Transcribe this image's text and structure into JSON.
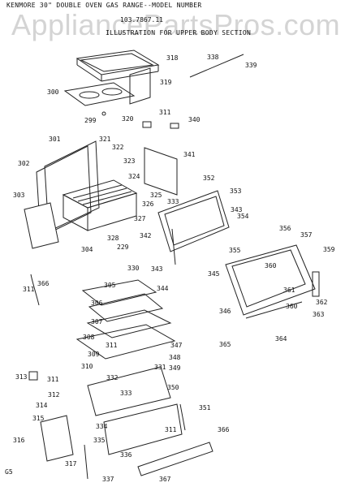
{
  "header": {
    "title": "KENMORE 30\" DOUBLE OVEN GAS RANGE--MODEL NUMBER",
    "model": "103.7867.11",
    "subtitle": "ILLUSTRATION FOR UPPER BODY SECTION"
  },
  "watermark": "AppliancePartsPros.com",
  "footer_code": "G5",
  "callouts": [
    "318",
    "338",
    "339",
    "319",
    "300",
    "311",
    "320",
    "340",
    "299",
    "301",
    "321",
    "322",
    "323",
    "341",
    "302",
    "324",
    "352",
    "353",
    "303",
    "325",
    "326",
    "333",
    "343",
    "327",
    "354",
    "328",
    "342",
    "229",
    "355",
    "304",
    "356",
    "357",
    "343",
    "359",
    "345",
    "360",
    "330",
    "366",
    "344",
    "305",
    "361",
    "362",
    "311",
    "306",
    "307",
    "360",
    "346",
    "363",
    "308",
    "311",
    "347",
    "364",
    "365",
    "309",
    "348",
    "313",
    "310",
    "331",
    "349",
    "311",
    "332",
    "312",
    "333",
    "350",
    "314",
    "351",
    "315",
    "334",
    "311",
    "366",
    "316",
    "335",
    "336",
    "317",
    "337",
    "367"
  ]
}
